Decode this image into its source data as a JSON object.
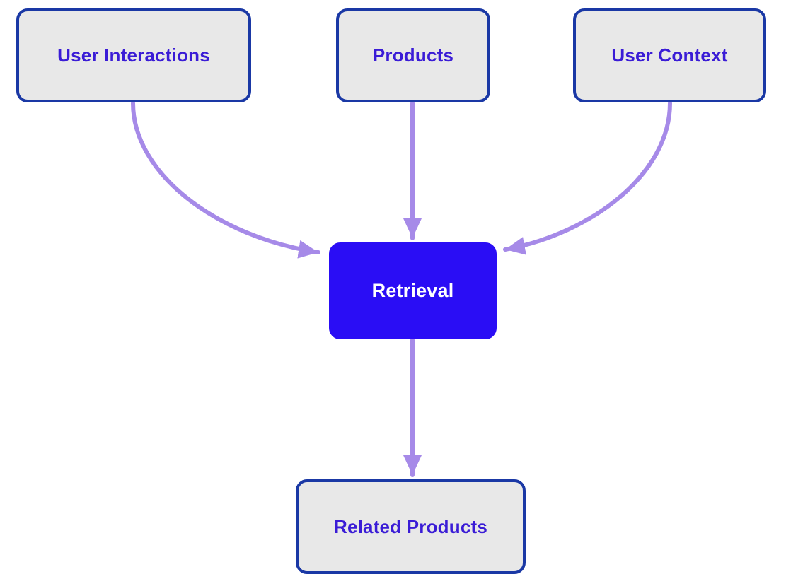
{
  "diagram": {
    "type": "flowchart",
    "nodes": [
      {
        "id": "user-interactions",
        "label": "User Interactions",
        "style": "default"
      },
      {
        "id": "products",
        "label": "Products",
        "style": "default"
      },
      {
        "id": "user-context",
        "label": "User Context",
        "style": "default"
      },
      {
        "id": "retrieval",
        "label": "Retrieval",
        "style": "highlight"
      },
      {
        "id": "related-products",
        "label": "Related Products",
        "style": "default"
      }
    ],
    "edges": [
      {
        "from": "user-interactions",
        "to": "retrieval"
      },
      {
        "from": "products",
        "to": "retrieval"
      },
      {
        "from": "user-context",
        "to": "retrieval"
      },
      {
        "from": "retrieval",
        "to": "related-products"
      }
    ],
    "colors": {
      "node_fill": "#e8e8e8",
      "node_border": "#1a38a5",
      "node_text": "#3a1cd6",
      "highlight_fill": "#2a0df5",
      "highlight_text": "#ffffff",
      "arrow": "#a68ae8",
      "background": "#ffffff"
    }
  }
}
